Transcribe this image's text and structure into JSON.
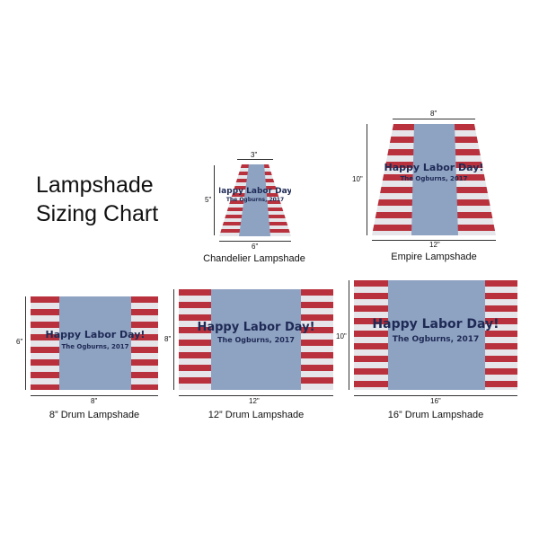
{
  "title": {
    "line1": "Lampshade",
    "line2": "Sizing Chart"
  },
  "artwork": {
    "headline": "Happy Labor Day!",
    "subline": "The Ogburns, 2017"
  },
  "colors": {
    "stripe_red": "#b8313c",
    "stripe_light": "#e6e6ea",
    "panel_blue": "#8ea2c2",
    "text_navy": "#1e2a55"
  },
  "lamps": {
    "chandelier": {
      "caption": "Chandelier Lampshade",
      "top": "3\"",
      "height": "5\"",
      "bottom": "6\""
    },
    "empire": {
      "caption": "Empire Lampshade",
      "top": "8\"",
      "height": "10\"",
      "bottom": "12\""
    },
    "drum8": {
      "caption": "8” Drum Lampshade",
      "height": "6\"",
      "width": "8\""
    },
    "drum12": {
      "caption": "12” Drum Lampshade",
      "height": "8\"",
      "width": "12\""
    },
    "drum16": {
      "caption": "16” Drum Lampshade",
      "height": "10\"",
      "width": "16\""
    }
  }
}
